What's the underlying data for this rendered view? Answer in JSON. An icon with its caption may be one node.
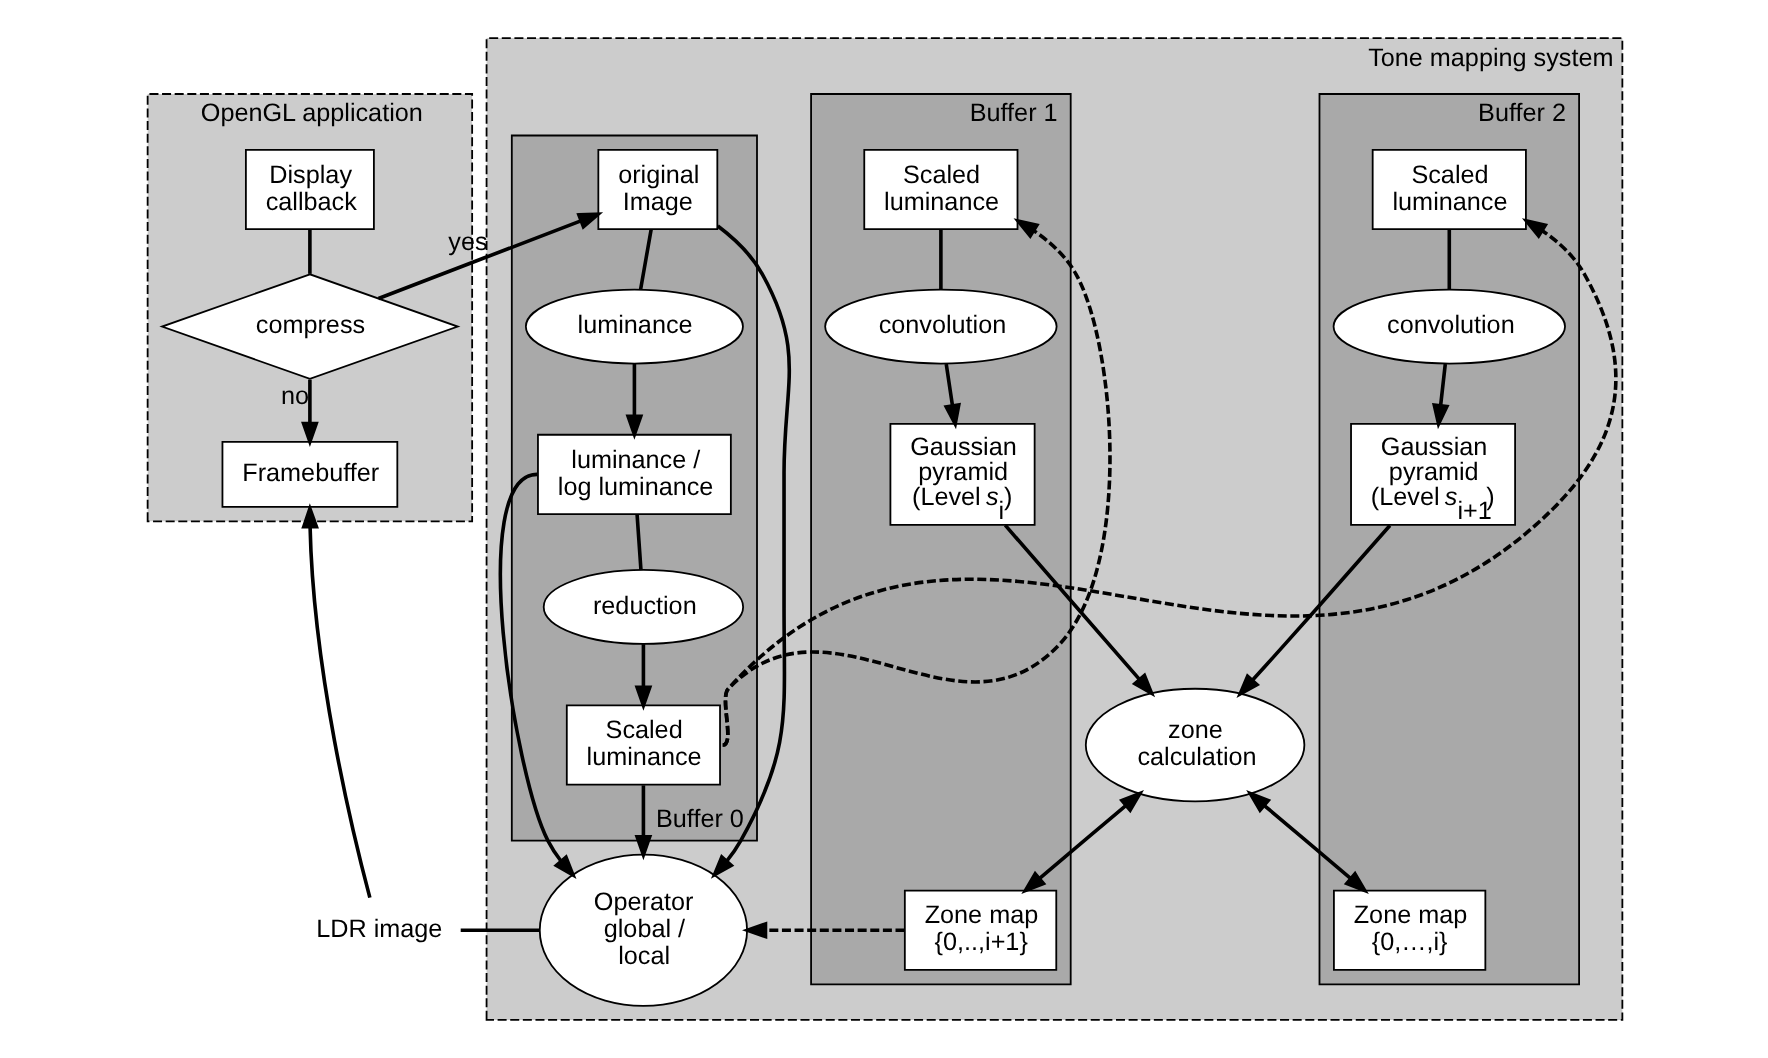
{
  "diagram": {
    "nodes": [
      {
        "text": [
          "OpenGL application"
        ]
      },
      {
        "text": [
          "Display callback"
        ],
        "in": 0
      },
      {
        "text": [
          "compress"
        ],
        "in": 0
      },
      {
        "text": [
          "Framebuffer"
        ],
        "in": 0
      },
      {
        "text": [
          "Tone mapping system"
        ]
      },
      {
        "text": [
          "Buffer 0"
        ],
        "in": 4
      },
      {
        "text": [
          "original Image"
        ],
        "in": 5
      },
      {
        "text": [
          "luminance"
        ],
        "in": 5
      },
      {
        "text": [
          "luminance / log luminance"
        ],
        "in": 5
      },
      {
        "text": [
          "reduction"
        ],
        "in": 5
      },
      {
        "text": [
          "Scaled luminance"
        ],
        "in": 5
      },
      {
        "text": [
          "Buffer 1"
        ],
        "in": 4
      },
      {
        "text": [
          "Scaled luminance"
        ],
        "in": 11
      },
      {
        "text": [
          "convolution"
        ],
        "in": 11
      },
      {
        "text": [
          "Gaussian pyramid (Level *s*$_{i}$)"
        ],
        "in": 11
      },
      {
        "text": [
          "Zone map {0,..,i+1}"
        ],
        "in": 11
      },
      {
        "text": [
          "Buffer 2"
        ],
        "in": 4
      },
      {
        "text": [
          "Scaled luminance"
        ],
        "in": 16
      },
      {
        "text": [
          "convolution"
        ],
        "in": 16
      },
      {
        "text": [
          "Gaussian pyramid (Level *s*$_{i+1}$)"
        ],
        "in": 16
      },
      {
        "text": [
          "Zone map {0,…,i}"
        ],
        "in": 16
      },
      {
        "text": [
          "zone calculation"
        ],
        "in": 4
      },
      {
        "text": [
          "Operator global / local"
        ],
        "in": 4
      },
      {
        "text": [
          "LDR image"
        ]
      }
    ],
    "edges": [
      {
        "from": 1,
        "to": 2,
        "arrow": "none"
      },
      {
        "from": 2,
        "to": 6,
        "arrow": "to",
        "label": "yes"
      },
      {
        "from": 2,
        "to": 3,
        "arrow": "to",
        "label": "no"
      },
      {
        "from": 6,
        "to": 7,
        "arrow": "none"
      },
      {
        "from": 7,
        "to": 8,
        "arrow": "to"
      },
      {
        "from": 8,
        "to": 9,
        "arrow": "none"
      },
      {
        "from": 9,
        "to": 10,
        "arrow": "to"
      },
      {
        "from": 6,
        "to": 22,
        "arrow": "to"
      },
      {
        "from": 8,
        "to": 22,
        "arrow": "to"
      },
      {
        "from": 10,
        "to": 22,
        "arrow": "to"
      },
      {
        "from": 10,
        "to": 12,
        "arrow": "to",
        "style": "dashed"
      },
      {
        "from": 10,
        "to": 17,
        "arrow": "to",
        "style": "dashed"
      },
      {
        "from": 12,
        "to": 13,
        "arrow": "none"
      },
      {
        "from": 13,
        "to": 14,
        "arrow": "to"
      },
      {
        "from": 17,
        "to": 18,
        "arrow": "none"
      },
      {
        "from": 18,
        "to": 19,
        "arrow": "to"
      },
      {
        "from": 14,
        "to": 21,
        "arrow": "to"
      },
      {
        "from": 19,
        "to": 21,
        "arrow": "to"
      },
      {
        "from": 21,
        "to": 15,
        "arrow": "both"
      },
      {
        "from": 21,
        "to": 20,
        "arrow": "both"
      },
      {
        "from": 15,
        "to": 22,
        "arrow": "to",
        "style": "dashed"
      },
      {
        "from": 22,
        "to": 23,
        "arrow": "none"
      },
      {
        "from": 23,
        "to": 3,
        "arrow": "to"
      }
    ]
  }
}
